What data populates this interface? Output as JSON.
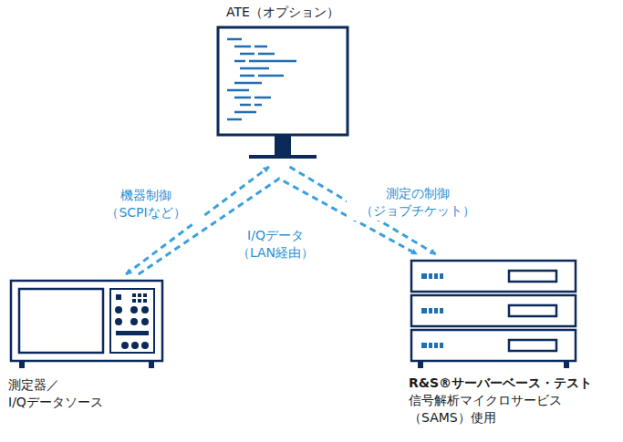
{
  "diagram": {
    "nodes": [
      {
        "text": [
          "ATE（オプション）"
        ]
      },
      {
        "text": [
          "測定器／ I/Qデータソース"
        ]
      },
      {
        "text": [
          "R&S®サーバーベース・テスト",
          "信号解析マイクロサービス （SAMS）使用"
        ]
      }
    ],
    "edges": [
      {
        "from": 1,
        "to": 0,
        "arrow": "both",
        "label": "機器制御 （SCPIなど）"
      },
      {
        "from": 1,
        "to": 2,
        "arrow": "to",
        "label": "I/Qデータ （LAN経由）"
      },
      {
        "from": 0,
        "to": 2,
        "arrow": "to",
        "label": "測定の制御 （ジョブチケット）"
      }
    ]
  }
}
